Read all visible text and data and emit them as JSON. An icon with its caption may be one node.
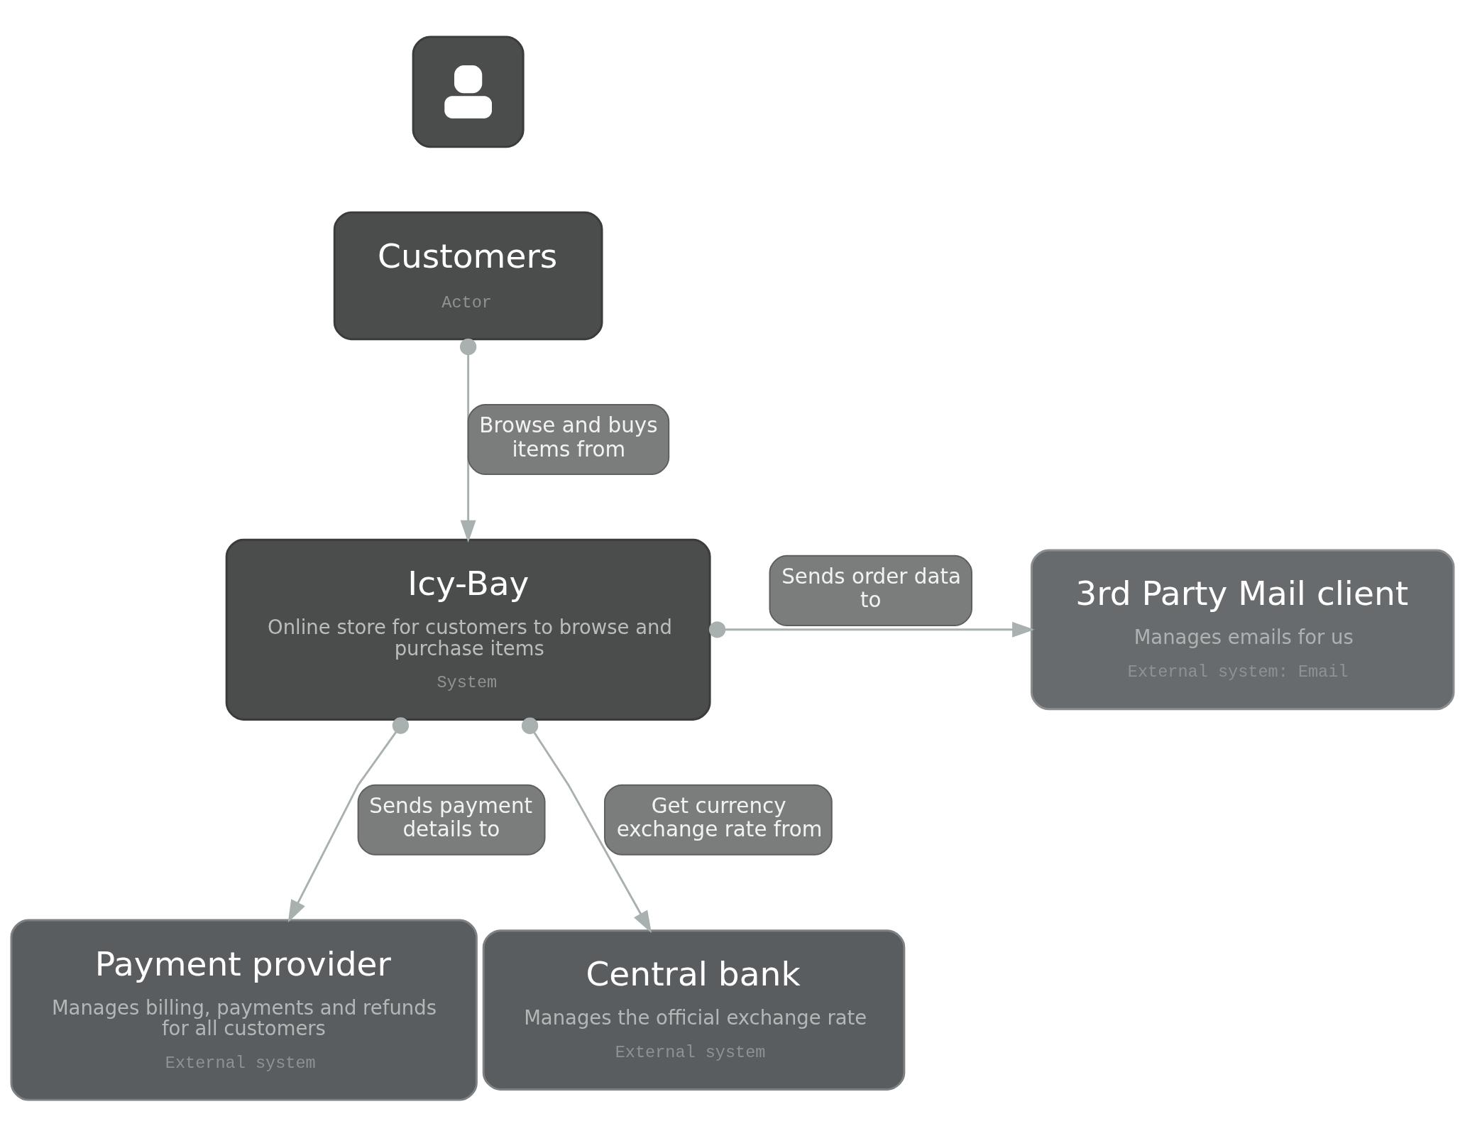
{
  "diagram": {
    "nodes": [
      {
        "text": [],
        "shape": "person"
      },
      {
        "text": [
          "Customers",
          "Actor"
        ]
      },
      {
        "text": [
          "Icy-Bay",
          "Online store for customers to browse and purchase items",
          "System"
        ]
      },
      {
        "text": [
          "3rd Party Mail client",
          "Manages emails for us",
          "External system: Email"
        ]
      },
      {
        "text": [
          "Payment provider",
          "Manages billing, payments and refunds for all customers",
          "External system"
        ]
      },
      {
        "text": [
          "Central bank",
          "Manages the official exchange rate",
          "External system"
        ]
      }
    ],
    "edges": [
      {
        "from": 1,
        "to": 2,
        "arrow": "to",
        "label": "Browse and buys items from"
      },
      {
        "from": 2,
        "to": 3,
        "arrow": "to",
        "label": "Sends order data to"
      },
      {
        "from": 2,
        "to": 4,
        "arrow": "to",
        "label": "Sends payment details to"
      },
      {
        "from": 2,
        "to": 5,
        "arrow": "to",
        "label": "Get currency exchange rate from"
      }
    ]
  }
}
